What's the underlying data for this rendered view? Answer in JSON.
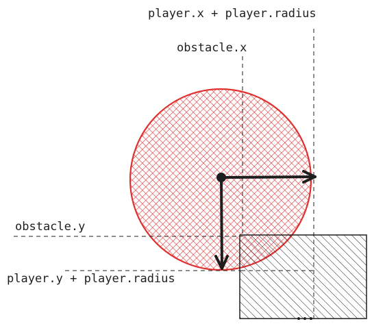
{
  "labels": {
    "player_x_plus_radius": "player.x + player.radius",
    "obstacle_x": "obstacle.x",
    "obstacle_y": "obstacle.y",
    "player_y_plus_radius": "player.y + player.radius"
  },
  "colors": {
    "player_fill": "#e03131",
    "player_stroke": "#e03131",
    "obstacle_stroke": "#1e1e1e",
    "ink": "#1e1e1e"
  }
}
